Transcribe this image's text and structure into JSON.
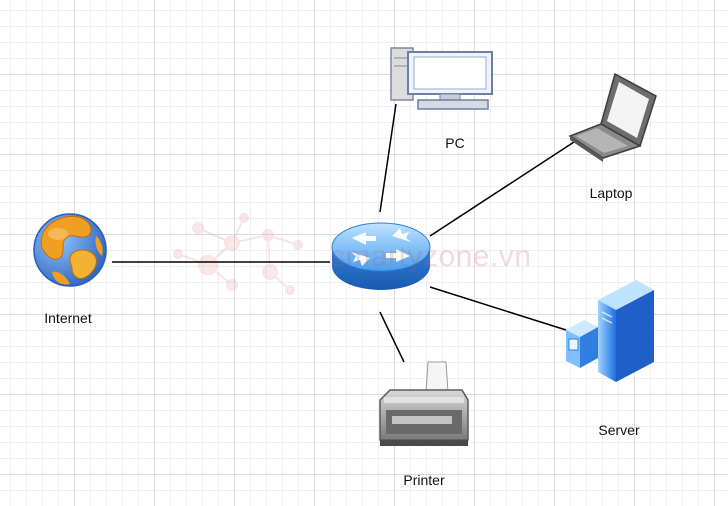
{
  "diagram": {
    "nodes": {
      "router": {
        "label": "",
        "icon": "router-icon"
      },
      "pc": {
        "label": "PC",
        "icon": "desktop-computer-icon"
      },
      "laptop": {
        "label": "Laptop",
        "icon": "laptop-icon"
      },
      "internet": {
        "label": "Internet",
        "icon": "globe-icon"
      },
      "server": {
        "label": "Server",
        "icon": "server-icon"
      },
      "printer": {
        "label": "Printer",
        "icon": "printer-icon"
      }
    },
    "edges": [
      {
        "from": "router",
        "to": "pc"
      },
      {
        "from": "router",
        "to": "laptop"
      },
      {
        "from": "router",
        "to": "internet"
      },
      {
        "from": "router",
        "to": "server"
      },
      {
        "from": "router",
        "to": "printer"
      }
    ]
  },
  "watermark": {
    "text": "smartyzone.vn",
    "logo": "molecule-logo"
  },
  "colors": {
    "router": "#3b8fe0",
    "server": "#1e6fe0",
    "globe_land": "#f0a020",
    "globe_water": "#3a7bd5",
    "edge": "#000000"
  }
}
